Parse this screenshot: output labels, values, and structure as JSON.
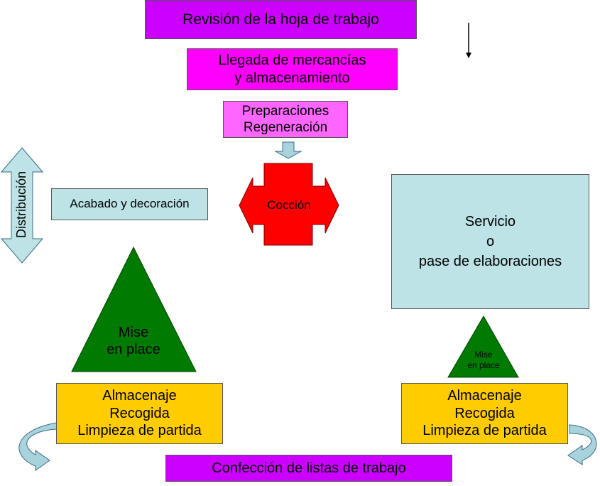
{
  "colors": {
    "purple": "#cc00ff",
    "magenta": "#ff00ff",
    "pink": "#ff66ff",
    "light_blue": "#bde3e6",
    "red": "#ff0000",
    "green": "#007a00",
    "gold": "#ffcc00",
    "arrow_blue": "#a8d3dc",
    "arrow_stroke": "#3a6e82"
  },
  "nodes": {
    "revision": {
      "text": "Revisión de la hoja de trabajo"
    },
    "llegada": {
      "line1": "Llegada de mercancías",
      "line2": "y almacenamiento"
    },
    "preparaciones": {
      "line1": "Preparaciones",
      "line2": "Regeneración"
    },
    "acabado": {
      "text": "Acabado y decoración"
    },
    "coccion": {
      "text": "Cocción"
    },
    "servicio": {
      "line1": "Servicio",
      "line2": "o",
      "line3": "pase de elaboraciones"
    },
    "mise_left": {
      "line1": "Mise",
      "line2": "en place"
    },
    "mise_right": {
      "line1": "Mise",
      "line2": "en place"
    },
    "almacenaje_left": {
      "line1": "Almacenaje",
      "line2": "Recogida",
      "line3": "Limpieza de partida"
    },
    "almacenaje_right": {
      "line1": "Almacenaje",
      "line2": "Recogida",
      "line3": "Limpieza de partida"
    },
    "confeccion": {
      "text": "Confección de listas de trabajo"
    },
    "distribucion": {
      "text": "Distribución"
    }
  }
}
